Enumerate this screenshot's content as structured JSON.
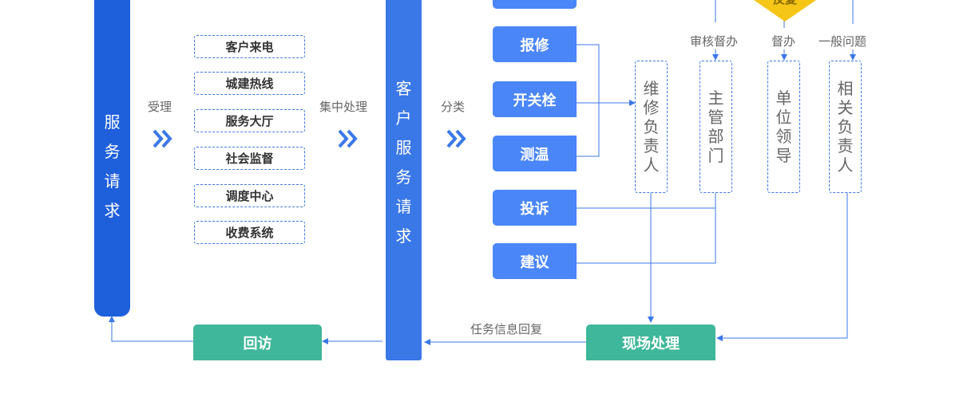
{
  "left_bar": {
    "chars": [
      "服",
      "务",
      "请",
      "求"
    ],
    "color": "#1e5fdb"
  },
  "center_bar": {
    "chars": [
      "客",
      "户",
      "服",
      "务",
      "请",
      "求"
    ],
    "color": "#3b78e7"
  },
  "edge_labels": {
    "accept": "受理",
    "centralize": "集中处理",
    "classify": "分类",
    "review_supervise": "审核督办",
    "supervise": "督办",
    "general_issue": "一般问题",
    "task_feedback": "任务信息回复"
  },
  "channels": [
    "客户来电",
    "城建热线",
    "服务大厅",
    "社会监督",
    "调度中心",
    "收费系统"
  ],
  "categories": [
    "报修",
    "开关栓",
    "测温",
    "投诉",
    "建议"
  ],
  "roles": [
    {
      "chars": [
        "维",
        "修",
        "负",
        "责",
        "人"
      ]
    },
    {
      "chars": [
        "主",
        "管",
        "部",
        "门"
      ]
    },
    {
      "chars": [
        "单",
        "位",
        "领",
        "导"
      ]
    },
    {
      "chars": [
        "相",
        "关",
        "负",
        "责",
        "人"
      ]
    }
  ],
  "top_diamond_text": "反复",
  "onsite": "现场处理",
  "revisit": "回访",
  "colors": {
    "accent": "#3b78e7",
    "teal": "#3fb79a",
    "category": "#4a86f7",
    "diamond": "#f5c518"
  }
}
